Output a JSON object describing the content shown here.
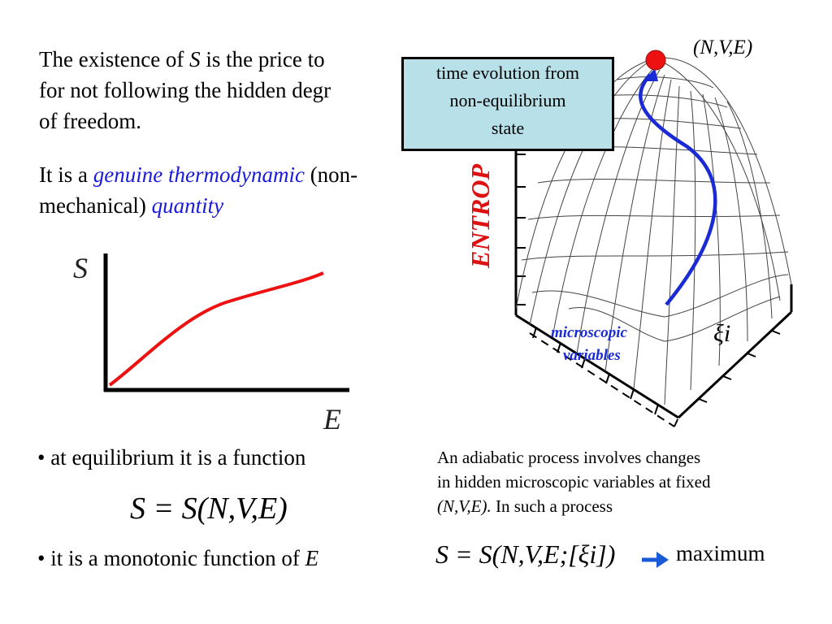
{
  "intro": {
    "line1_pre": "The existence of ",
    "line1_var": "S",
    "line1_post": " is the price to",
    "line2": "for not following the hidden degr",
    "line3": "of freedom."
  },
  "genuine": {
    "pre": "It is a ",
    "term": "genuine thermodynamic",
    "post": " (non-",
    "line2_pre": "mechanical) ",
    "line2_term": "quantity"
  },
  "graph": {
    "ylabel": "S",
    "xlabel": "E",
    "curve_color": "#ee1111"
  },
  "bullets": {
    "b1": "• at equilibrium it is a function",
    "b2_pre": "• it is a monotonic function of ",
    "b2_var": "E"
  },
  "equations": {
    "eq1": "S = S(N,V,E)",
    "eq2": "S = S(N,V,E;[ξi])",
    "maximum": "maximum"
  },
  "surface": {
    "corner_label": "(N,V,E)",
    "axis_label": "ENTROP",
    "xi_label": "ξi",
    "micro_line1": "microscopic",
    "micro_line2": "variables",
    "point_color": "#ee1111",
    "path_color": "#1a2bd6",
    "axis_label_color": "#dd1111"
  },
  "callout": {
    "line1": "time evolution from",
    "line2": "non-equilibrium",
    "line3": "state",
    "bg_color": "#b8e0e8"
  },
  "caption": {
    "line1": "An adiabatic process involves changes",
    "line2": "in hidden microscopic variables at fixed",
    "line3_it": "(N,V,E).",
    "line3_post": " In such a process"
  }
}
